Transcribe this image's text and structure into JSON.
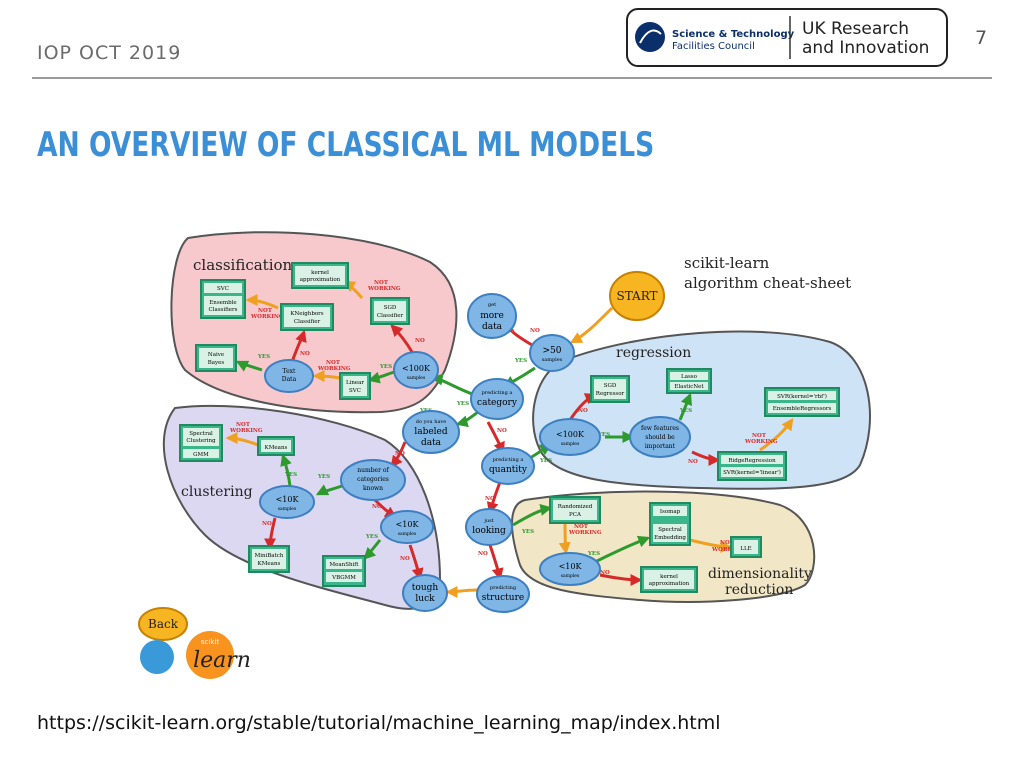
{
  "header": {
    "event": "IOP OCT 2019",
    "page_number": "7"
  },
  "logo": {
    "stfc_line1": "Science & Technology",
    "stfc_line2": "Facilities Council",
    "ukri_line1": "UK Research",
    "ukri_line2": "and Innovation"
  },
  "slide_title": "AN OVERVIEW OF CLASSICAL ML MODELS",
  "source_url": "https://scikit-learn.org/stable/tutorial/machine_learning_map/index.html",
  "diagram": {
    "sheet_title_1": "scikit-learn",
    "sheet_title_2": "algorithm cheat-sheet",
    "regions": {
      "classification": "classification",
      "clustering": "clustering",
      "regression": "regression",
      "dim1": "dimensionality",
      "dim2": "reduction"
    },
    "start": "START",
    "nodes": {
      "more_data": [
        "get",
        "more",
        "data"
      ],
      "gt50": [
        ">50",
        "samples"
      ],
      "predicting_category": [
        "predicting a",
        "category"
      ],
      "labeled_data": [
        "do you have",
        "labeled",
        "data"
      ],
      "predicting_quantity": [
        "predicting a",
        "quantity"
      ],
      "just_looking": [
        "just",
        "looking"
      ],
      "predicting_structure": [
        "predicting",
        "structure"
      ],
      "tough_luck": [
        "tough",
        "luck"
      ],
      "cls_100k": [
        "<100K",
        "samples"
      ],
      "text_data": [
        "Text",
        "Data"
      ],
      "num_categories": [
        "number of",
        "categories",
        "known"
      ],
      "clu_10k_a": [
        "<10K",
        "samples"
      ],
      "clu_10k_b": [
        "<10K",
        "samples"
      ],
      "reg_100k": [
        "<100K",
        "samples"
      ],
      "few_features": [
        "few features",
        "should be",
        "important"
      ],
      "dim_10k": [
        "<10K",
        "samples"
      ]
    },
    "estimators": {
      "kernel_approx_cls": [
        "kernel",
        "approximation"
      ],
      "svc": [
        "SVC"
      ],
      "ensemble_cls": [
        "Ensemble",
        "Classifiers"
      ],
      "kneighbors": [
        "KNeighbors",
        "Classifier"
      ],
      "sgd_cls": [
        "SGD",
        "Classifier"
      ],
      "naive_bayes": [
        "Naive",
        "Bayes"
      ],
      "linear_svc": [
        "Linear",
        "SVC"
      ],
      "spectral_clustering": [
        "Spectral",
        "Clustering"
      ],
      "gmm": [
        "GMM"
      ],
      "kmeans": [
        "KMeans"
      ],
      "minibatch": [
        "MiniBatch",
        "KMeans"
      ],
      "meanshift": [
        "MeanShift"
      ],
      "vbgmm": [
        "VBGMM"
      ],
      "sgd_reg": [
        "SGD",
        "Regressor"
      ],
      "lasso": [
        "Lasso"
      ],
      "elasticnet": [
        "ElasticNet"
      ],
      "svr_rbf": [
        "SVR(kernel='rbf')"
      ],
      "ensemble_reg": [
        "EnsembleRegressors"
      ],
      "ridge": [
        "RidgeRegression"
      ],
      "svr_linear": [
        "SVR(kernel='linear')"
      ],
      "randomized_pca": [
        "Randomized",
        "PCA"
      ],
      "isomap": [
        "Isomap"
      ],
      "spectral_embedding": [
        "Spectral",
        "Embedding"
      ],
      "lle": [
        "LLE"
      ],
      "kernel_approx_dim": [
        "kernel",
        "approximation"
      ]
    },
    "edge_labels": {
      "yes": "YES",
      "no": "NO",
      "not": "NOT",
      "working": "WORKING"
    },
    "back": "Back",
    "sk_small": "scikit",
    "sk_big": "learn"
  }
}
